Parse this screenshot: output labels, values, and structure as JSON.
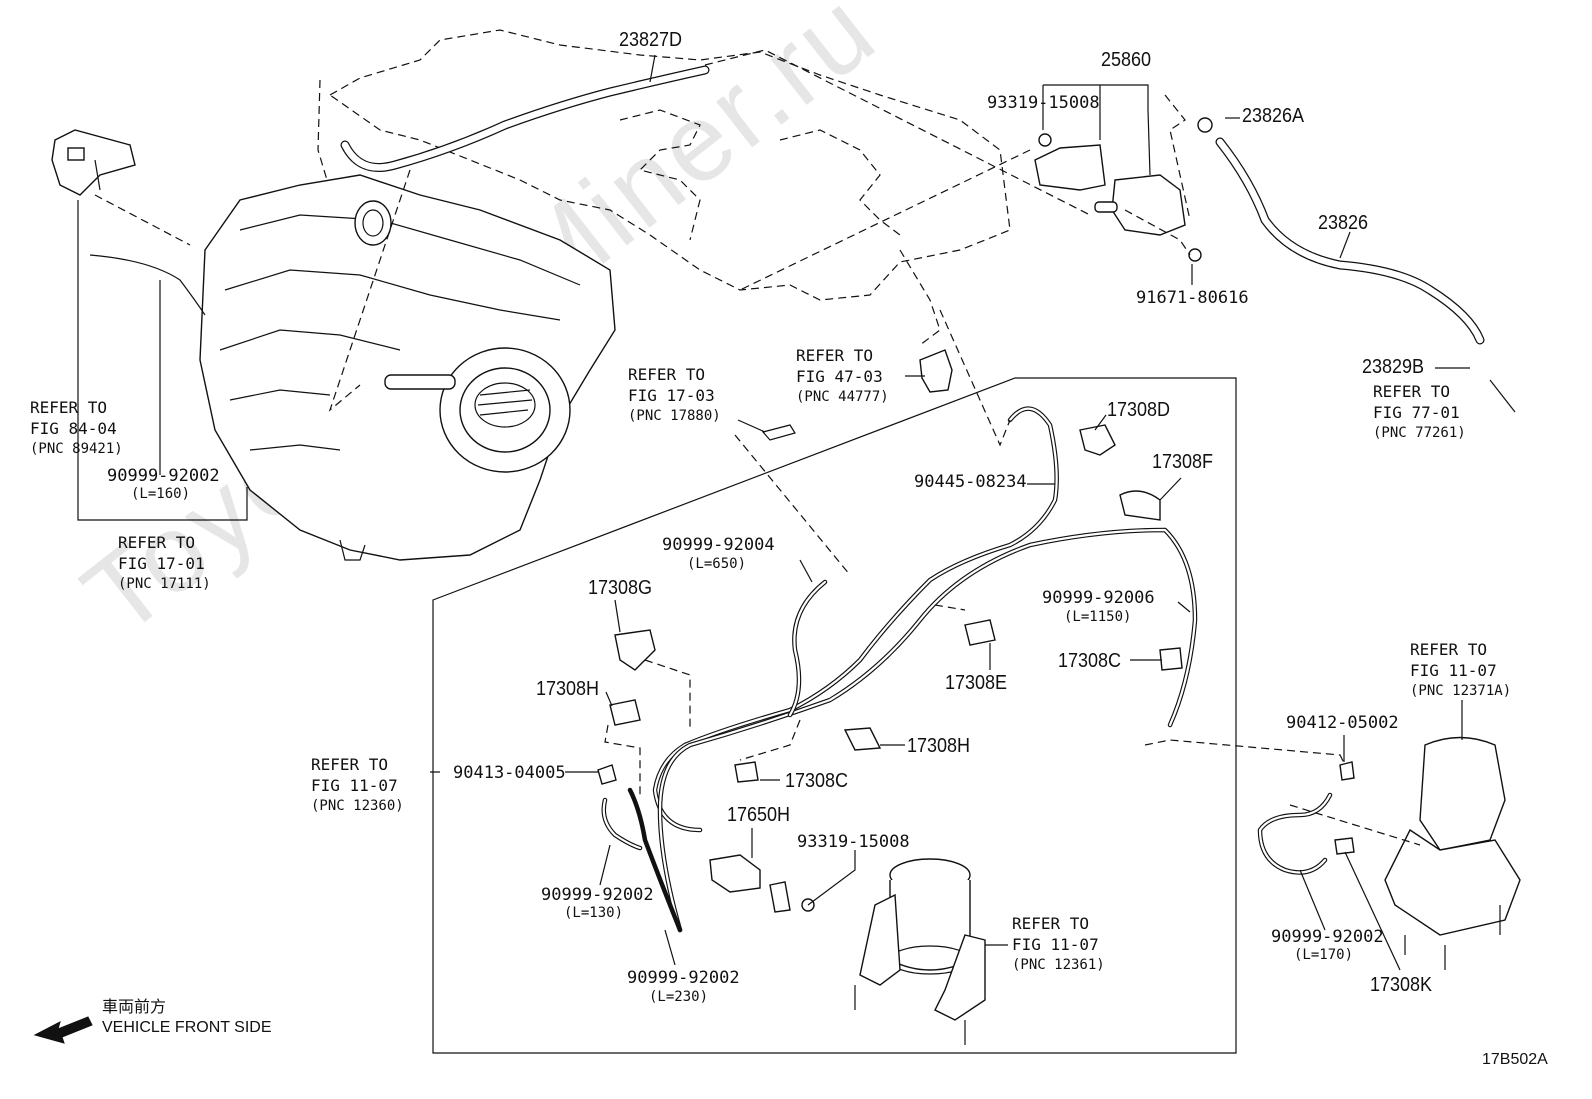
{
  "watermark": "ToyotaCarMiner.ru",
  "diagram_code": "17B502A",
  "legend": {
    "jp": "車両前方",
    "en": "VEHICLE FRONT SIDE"
  },
  "part_labels": {
    "p23827D": "23827D",
    "p25860": "25860",
    "p93319_15008_top": "93319-15008",
    "p23826A": "23826A",
    "p23826": "23826",
    "p91671_80616": "91671-80616",
    "p23829B": "23829B",
    "p17308D": "17308D",
    "p17308F": "17308F",
    "p90445_08234": "90445-08234",
    "p90999_92004": "90999-92004",
    "p90999_92004_len": "(L=650)",
    "p17308G": "17308G",
    "p90999_92006": "90999-92006",
    "p90999_92006_len": "(L=1150)",
    "p17308E": "17308E",
    "p17308C_right": "17308C",
    "p17308H_left": "17308H",
    "p17308H_mid": "17308H",
    "p17308C_mid": "17308C",
    "p90413_04005": "90413-04005",
    "p17650H": "17650H",
    "p93319_15008_bot": "93319-15008",
    "p90999_92002_a": "90999-92002",
    "p90999_92002_a_len": "(L=130)",
    "p90999_92002_b": "90999-92002",
    "p90999_92002_b_len": "(L=230)",
    "p90999_92002_c": "90999-92002",
    "p90999_92002_c_len": "(L=160)",
    "p90999_92002_d": "90999-92002",
    "p90999_92002_d_len": "(L=170)",
    "p90412_05002": "90412-05002",
    "p17308K": "17308K"
  },
  "references": [
    {
      "line1": "REFER TO",
      "line2": "FIG 84-04",
      "pnc": "(PNC 89421)"
    },
    {
      "line1": "REFER TO",
      "line2": "FIG 17-01",
      "pnc": "(PNC 17111)"
    },
    {
      "line1": "REFER TO",
      "line2": "FIG 17-03",
      "pnc": "(PNC 17880)"
    },
    {
      "line1": "REFER TO",
      "line2": "FIG 47-03",
      "pnc": "(PNC 44777)"
    },
    {
      "line1": "REFER TO",
      "line2": "FIG 77-01",
      "pnc": "(PNC 77261)"
    },
    {
      "line1": "REFER TO",
      "line2": "FIG 11-07",
      "pnc": "(PNC 12360)"
    },
    {
      "line1": "REFER TO",
      "line2": "FIG 11-07",
      "pnc": "(PNC 12361)"
    },
    {
      "line1": "REFER TO",
      "line2": "FIG 11-07",
      "pnc": "(PNC 12371A)"
    }
  ]
}
